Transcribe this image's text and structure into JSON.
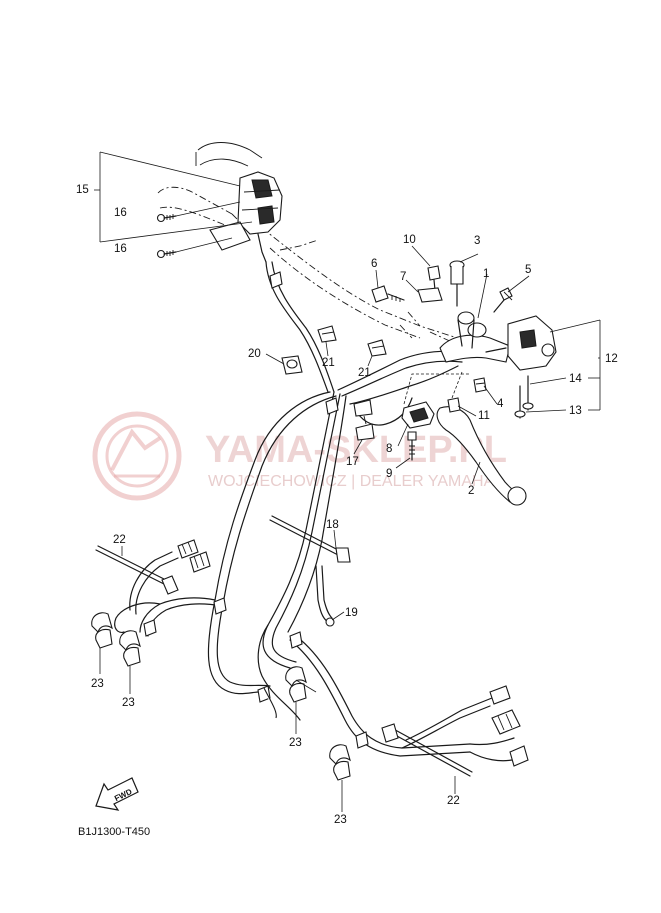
{
  "watermark": {
    "brand": "YAMA-SKLEP.PL",
    "dealer": "WOJCIECHOWICZ | DEALER YAMAHA"
  },
  "diagram_code": "B1J1300-T450",
  "fwd_label": "FWD",
  "callouts": [
    {
      "id": "c1",
      "text": "1"
    },
    {
      "id": "c2",
      "text": "2"
    },
    {
      "id": "c3",
      "text": "3"
    },
    {
      "id": "c4",
      "text": "4"
    },
    {
      "id": "c5",
      "text": "5"
    },
    {
      "id": "c6",
      "text": "6"
    },
    {
      "id": "c7",
      "text": "7"
    },
    {
      "id": "c8",
      "text": "8"
    },
    {
      "id": "c9",
      "text": "9"
    },
    {
      "id": "c10",
      "text": "10"
    },
    {
      "id": "c11",
      "text": "11"
    },
    {
      "id": "c12",
      "text": "12"
    },
    {
      "id": "c13",
      "text": "13"
    },
    {
      "id": "c14",
      "text": "14"
    },
    {
      "id": "c15",
      "text": "15"
    },
    {
      "id": "c16a",
      "text": "16"
    },
    {
      "id": "c16b",
      "text": "16"
    },
    {
      "id": "c17",
      "text": "17"
    },
    {
      "id": "c18",
      "text": "18"
    },
    {
      "id": "c19",
      "text": "19"
    },
    {
      "id": "c20",
      "text": "20"
    },
    {
      "id": "c21a",
      "text": "21"
    },
    {
      "id": "c21b",
      "text": "21"
    },
    {
      "id": "c22a",
      "text": "22"
    },
    {
      "id": "c22b",
      "text": "22"
    },
    {
      "id": "c23a",
      "text": "23"
    },
    {
      "id": "c23b",
      "text": "23"
    },
    {
      "id": "c23c",
      "text": "23"
    },
    {
      "id": "c23d",
      "text": "23"
    }
  ]
}
